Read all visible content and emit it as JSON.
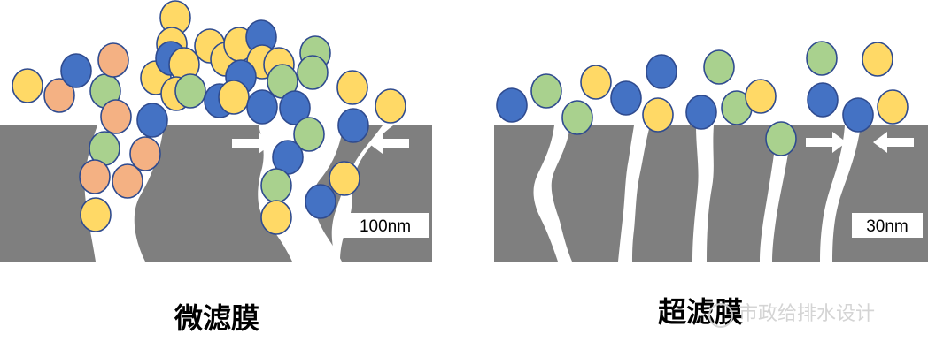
{
  "colors": {
    "membrane": "#7f7f7f",
    "background": "#ffffff",
    "arrow": "#ffffff",
    "particle_stroke": "#2f4b8f",
    "yellow": "#ffd966",
    "blue": "#4472c4",
    "green": "#a9d18e",
    "orange": "#f4b183"
  },
  "left_panel": {
    "scale_label": "100nm",
    "caption": "微滤膜"
  },
  "right_panel": {
    "scale_label": "30nm",
    "caption": "超滤膜"
  },
  "watermark": {
    "text": "市政给排水设计",
    "icon": "wechat-logo-icon"
  }
}
